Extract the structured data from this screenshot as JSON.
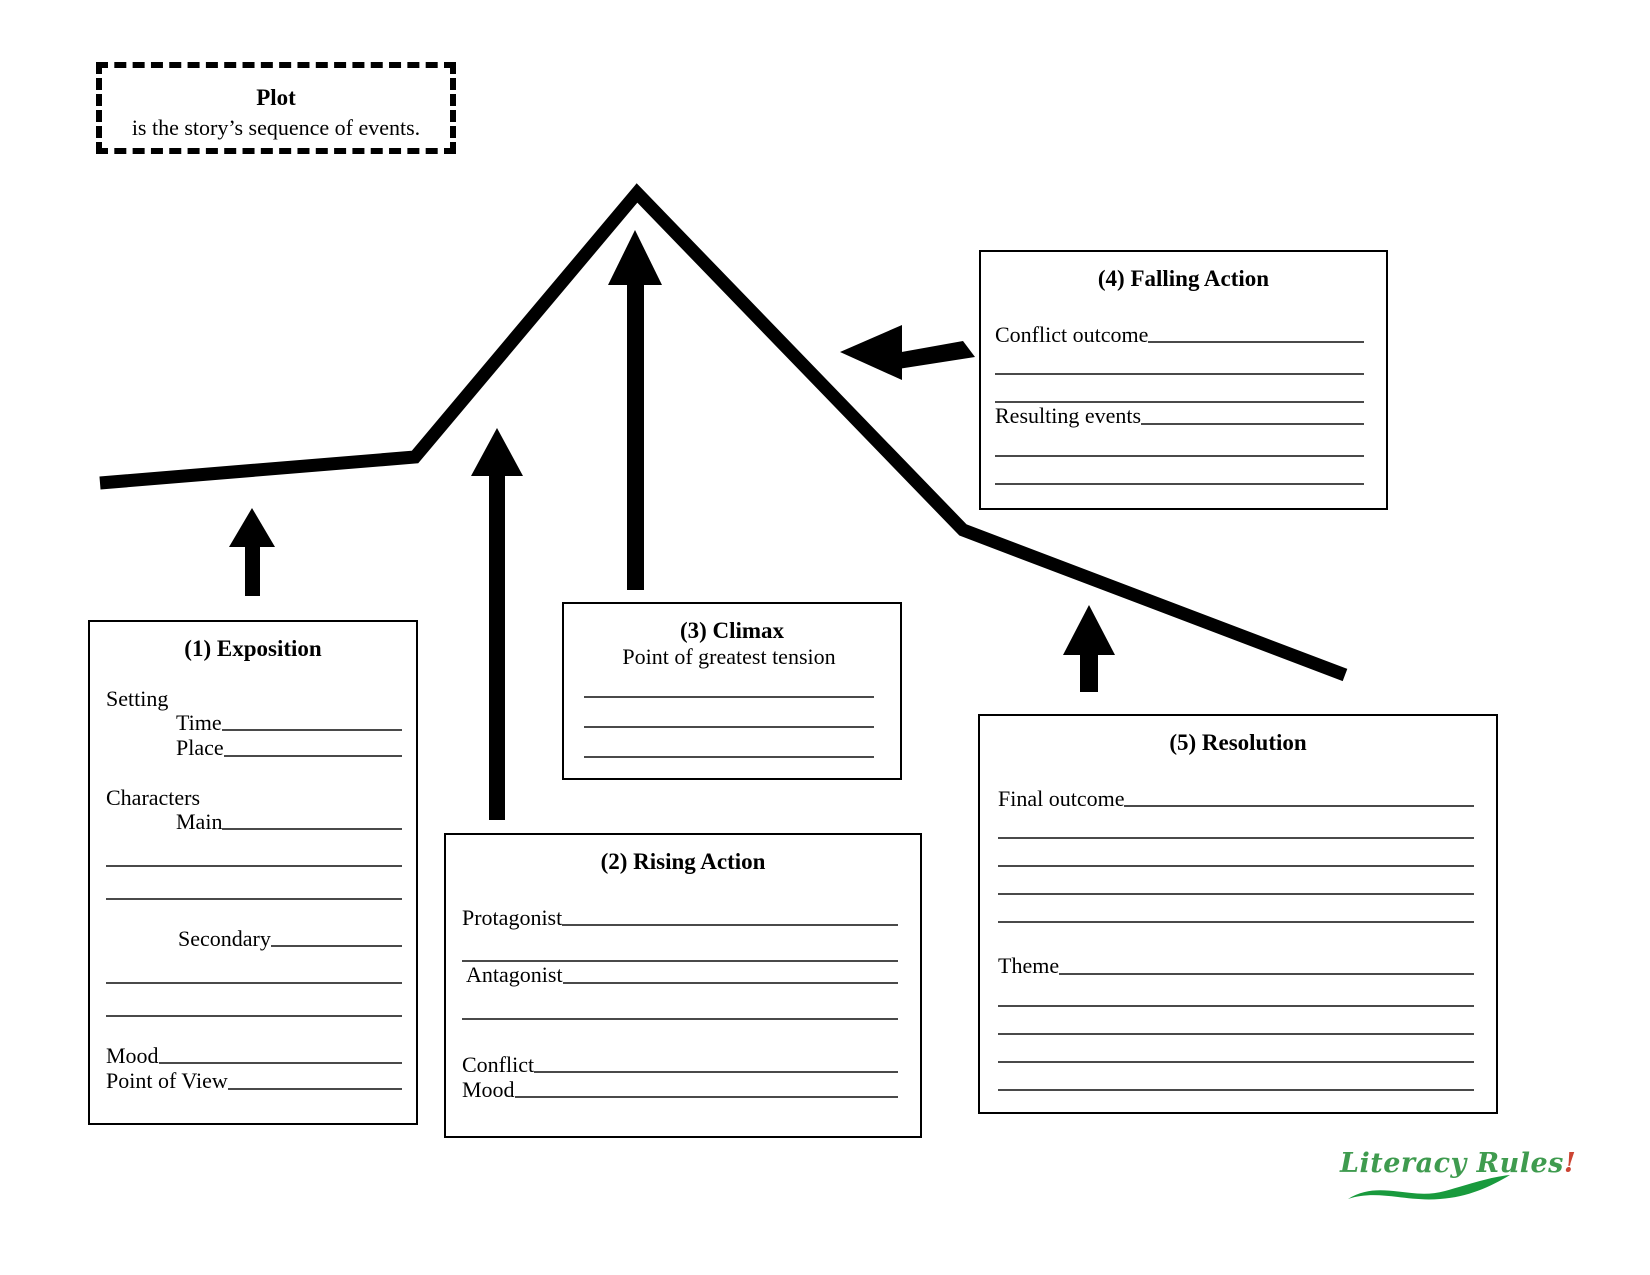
{
  "worksheet": {
    "callout": {
      "title": "Plot",
      "definition": "is the story’s sequence of events."
    },
    "stages": {
      "exposition": {
        "title": "(1) Exposition",
        "setting_label": "Setting",
        "time_label": "Time",
        "place_label": "Place",
        "characters_label": "Characters",
        "main_label": "Main",
        "secondary_label": "Secondary",
        "mood_label": "Mood",
        "pov_label": "Point of View"
      },
      "rising_action": {
        "title": "(2) Rising Action",
        "protagonist_label": "Protagonist",
        "antagonist_label": "Antagonist",
        "conflict_label": "Conflict",
        "mood_label": "Mood"
      },
      "climax": {
        "title": "(3) Climax",
        "subtitle": "Point of greatest tension"
      },
      "falling_action": {
        "title": "(4) Falling Action",
        "conflict_outcome_label": "Conflict outcome",
        "resulting_events_label": "Resulting events"
      },
      "resolution": {
        "title": "(5) Resolution",
        "final_outcome_label": "Final outcome",
        "theme_label": "Theme"
      }
    },
    "logo": {
      "text": "Literacy Rules",
      "exclamation": "!",
      "color": "#3f9b4f"
    },
    "colors": {
      "ink": "#000000",
      "rule": "#4a4a4a",
      "background": "#ffffff",
      "logo_green": "#3f9b4f",
      "logo_red": "#cc4433"
    }
  }
}
